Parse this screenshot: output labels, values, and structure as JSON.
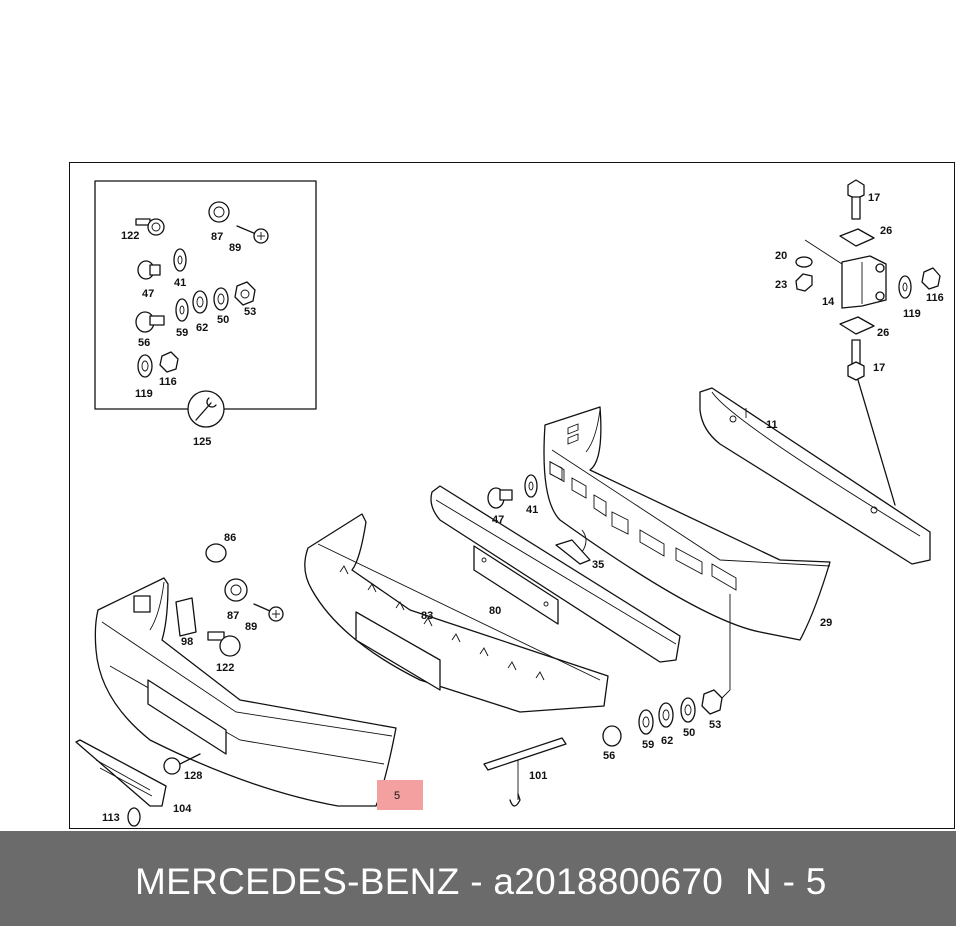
{
  "highlight_color": "#f4a0a0",
  "footer_color": "#6b6b6b",
  "footer": {
    "brand": "MERCEDES-BENZ",
    "separator": "-",
    "part_number": "a2018800670",
    "position": "N - 5"
  },
  "callouts": {
    "c122a": "122",
    "c87a": "87",
    "c89a": "89",
    "c47a": "47",
    "c41a": "41",
    "c56a": "56",
    "c59a": "59",
    "c62a": "62",
    "c50a": "50",
    "c53a": "53",
    "c119a": "119",
    "c116a": "116",
    "c125": "125",
    "c17a": "17",
    "c26a": "26",
    "c20": "20",
    "c23": "23",
    "c14": "14",
    "c119b": "119",
    "c116b": "116",
    "c26b": "26",
    "c17b": "17",
    "c11": "11",
    "c47b": "47",
    "c41b": "41",
    "c35": "35",
    "c29": "29",
    "c80": "80",
    "c83": "83",
    "c86": "86",
    "c98": "98",
    "c87b": "87",
    "c89b": "89",
    "c122b": "122",
    "c128": "128",
    "c104": "104",
    "c113": "113",
    "c56b": "56",
    "c59b": "59",
    "c62b": "62",
    "c50b": "50",
    "c53b": "53",
    "c101": "101",
    "c5": "5"
  }
}
